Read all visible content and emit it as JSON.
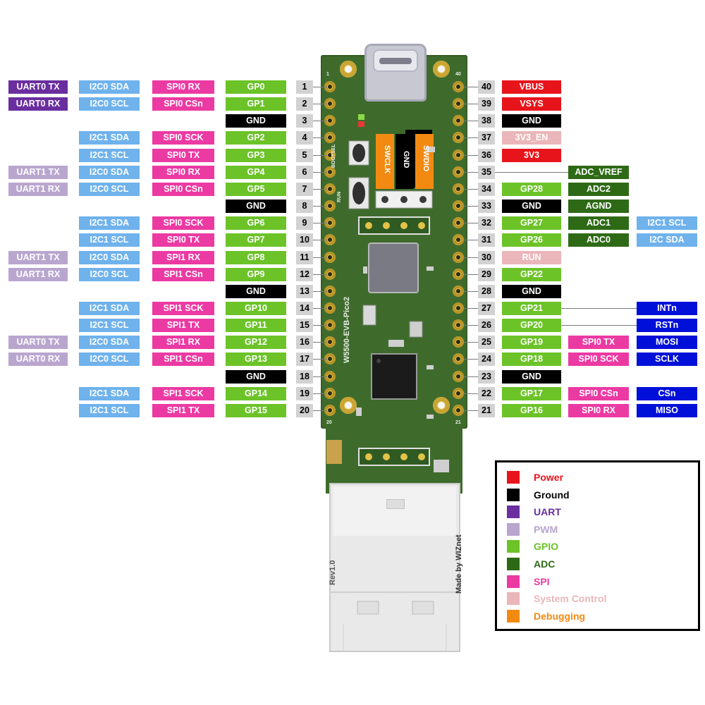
{
  "colors": {
    "uart": "#6a2e9e",
    "i2c": "#6fb2ec",
    "spi": "#ec3aa3",
    "gpio": "#6cc328",
    "ground": "#000000",
    "pwm": "#b9a6cf",
    "power": "#e8141c",
    "sysctl": "#eab6b9",
    "adc": "#2e6a16",
    "net": "#0010d8",
    "debugging": "#f28a12",
    "board": "#3e6b2c"
  },
  "board": {
    "name": "W5500-EVB-Pico2",
    "maker": "Made by WIZnet",
    "rev": "Rev1.0",
    "pin_first": "1",
    "pin_last": "40",
    "pin_20": "20",
    "pin_21": "21",
    "bootsel": "BOOTSEL",
    "run": "RUN",
    "debug_header": [
      "SWCLK",
      "GND",
      "SWDIO"
    ]
  },
  "left_pins": [
    {
      "pin": "1",
      "labels": [
        {
          "t": "UART0 TX",
          "c": "uart"
        },
        {
          "t": "I2C0 SDA",
          "c": "i2c"
        },
        {
          "t": "SPI0 RX",
          "c": "spi"
        },
        {
          "t": "GP0",
          "c": "gpio"
        }
      ]
    },
    {
      "pin": "2",
      "labels": [
        {
          "t": "UART0 RX",
          "c": "uart"
        },
        {
          "t": "I2C0 SCL",
          "c": "i2c"
        },
        {
          "t": "SPI0 CSn",
          "c": "spi"
        },
        {
          "t": "GP1",
          "c": "gpio"
        }
      ]
    },
    {
      "pin": "3",
      "labels": [
        null,
        null,
        null,
        {
          "t": "GND",
          "c": "gnd"
        }
      ]
    },
    {
      "pin": "4",
      "labels": [
        null,
        {
          "t": "I2C1 SDA",
          "c": "i2c"
        },
        {
          "t": "SPI0 SCK",
          "c": "spi"
        },
        {
          "t": "GP2",
          "c": "gpio"
        }
      ]
    },
    {
      "pin": "5",
      "labels": [
        null,
        {
          "t": "I2C1 SCL",
          "c": "i2c"
        },
        {
          "t": "SPI0 TX",
          "c": "spi"
        },
        {
          "t": "GP3",
          "c": "gpio"
        }
      ]
    },
    {
      "pin": "6",
      "labels": [
        {
          "t": "UART1 TX",
          "c": "pwm"
        },
        {
          "t": "I2C0 SDA",
          "c": "i2c"
        },
        {
          "t": "SPI0 RX",
          "c": "spi"
        },
        {
          "t": "GP4",
          "c": "gpio"
        }
      ]
    },
    {
      "pin": "7",
      "labels": [
        {
          "t": "UART1 RX",
          "c": "pwm"
        },
        {
          "t": "I2C0 SCL",
          "c": "i2c"
        },
        {
          "t": "SPI0 CSn",
          "c": "spi"
        },
        {
          "t": "GP5",
          "c": "gpio"
        }
      ]
    },
    {
      "pin": "8",
      "labels": [
        null,
        null,
        null,
        {
          "t": "GND",
          "c": "gnd"
        }
      ]
    },
    {
      "pin": "9",
      "labels": [
        null,
        {
          "t": "I2C1 SDA",
          "c": "i2c"
        },
        {
          "t": "SPI0 SCK",
          "c": "spi"
        },
        {
          "t": "GP6",
          "c": "gpio"
        }
      ]
    },
    {
      "pin": "10",
      "labels": [
        null,
        {
          "t": "I2C1 SCL",
          "c": "i2c"
        },
        {
          "t": "SPI0 TX",
          "c": "spi"
        },
        {
          "t": "GP7",
          "c": "gpio"
        }
      ]
    },
    {
      "pin": "11",
      "labels": [
        {
          "t": "UART1 TX",
          "c": "pwm"
        },
        {
          "t": "I2C0 SDA",
          "c": "i2c"
        },
        {
          "t": "SPI1 RX",
          "c": "spi"
        },
        {
          "t": "GP8",
          "c": "gpio"
        }
      ]
    },
    {
      "pin": "12",
      "labels": [
        {
          "t": "UART1 RX",
          "c": "pwm"
        },
        {
          "t": "I2C0 SCL",
          "c": "i2c"
        },
        {
          "t": "SPI1 CSn",
          "c": "spi"
        },
        {
          "t": "GP9",
          "c": "gpio"
        }
      ]
    },
    {
      "pin": "13",
      "labels": [
        null,
        null,
        null,
        {
          "t": "GND",
          "c": "gnd"
        }
      ]
    },
    {
      "pin": "14",
      "labels": [
        null,
        {
          "t": "I2C1 SDA",
          "c": "i2c"
        },
        {
          "t": "SPI1 SCK",
          "c": "spi"
        },
        {
          "t": "GP10",
          "c": "gpio"
        }
      ]
    },
    {
      "pin": "15",
      "labels": [
        null,
        {
          "t": "I2C1 SCL",
          "c": "i2c"
        },
        {
          "t": "SPI1 TX",
          "c": "spi"
        },
        {
          "t": "GP11",
          "c": "gpio"
        }
      ]
    },
    {
      "pin": "16",
      "labels": [
        {
          "t": "UART0 TX",
          "c": "pwm"
        },
        {
          "t": "I2C0 SDA",
          "c": "i2c"
        },
        {
          "t": "SPI1 RX",
          "c": "spi"
        },
        {
          "t": "GP12",
          "c": "gpio"
        }
      ]
    },
    {
      "pin": "17",
      "labels": [
        {
          "t": "UART0 RX",
          "c": "pwm"
        },
        {
          "t": "I2C0 SCL",
          "c": "i2c"
        },
        {
          "t": "SPI1 CSn",
          "c": "spi"
        },
        {
          "t": "GP13",
          "c": "gpio"
        }
      ]
    },
    {
      "pin": "18",
      "labels": [
        null,
        null,
        null,
        {
          "t": "GND",
          "c": "gnd"
        }
      ]
    },
    {
      "pin": "19",
      "labels": [
        null,
        {
          "t": "I2C1 SDA",
          "c": "i2c"
        },
        {
          "t": "SPI1 SCK",
          "c": "spi"
        },
        {
          "t": "GP14",
          "c": "gpio"
        }
      ]
    },
    {
      "pin": "20",
      "labels": [
        null,
        {
          "t": "I2C1 SCL",
          "c": "i2c"
        },
        {
          "t": "SPI1 TX",
          "c": "spi"
        },
        {
          "t": "GP15",
          "c": "gpio"
        }
      ]
    }
  ],
  "right_pins": [
    {
      "pin": "40",
      "labels": [
        {
          "t": "VBUS",
          "c": "power"
        },
        null,
        null
      ]
    },
    {
      "pin": "39",
      "labels": [
        {
          "t": "VSYS",
          "c": "power"
        },
        null,
        null
      ]
    },
    {
      "pin": "38",
      "labels": [
        {
          "t": "GND",
          "c": "gnd"
        },
        null,
        null
      ]
    },
    {
      "pin": "37",
      "labels": [
        {
          "t": "3V3_EN",
          "c": "sysctl"
        },
        null,
        null
      ]
    },
    {
      "pin": "36",
      "labels": [
        {
          "t": "3V3",
          "c": "power"
        },
        null,
        null
      ]
    },
    {
      "pin": "35",
      "labels": [
        null,
        {
          "t": "ADC_VREF",
          "c": "adc"
        },
        null
      ]
    },
    {
      "pin": "34",
      "labels": [
        {
          "t": "GP28",
          "c": "gpio"
        },
        {
          "t": "ADC2",
          "c": "adc"
        },
        null
      ]
    },
    {
      "pin": "33",
      "labels": [
        {
          "t": "GND",
          "c": "gnd"
        },
        {
          "t": "AGND",
          "c": "adc"
        },
        null
      ]
    },
    {
      "pin": "32",
      "labels": [
        {
          "t": "GP27",
          "c": "gpio"
        },
        {
          "t": "ADC1",
          "c": "adc"
        },
        {
          "t": "I2C1 SCL",
          "c": "i2c"
        }
      ]
    },
    {
      "pin": "31",
      "labels": [
        {
          "t": "GP26",
          "c": "gpio"
        },
        {
          "t": "ADC0",
          "c": "adc"
        },
        {
          "t": "I2C SDA",
          "c": "i2c"
        }
      ]
    },
    {
      "pin": "30",
      "labels": [
        {
          "t": "RUN",
          "c": "sysctl"
        },
        null,
        null
      ]
    },
    {
      "pin": "29",
      "labels": [
        {
          "t": "GP22",
          "c": "gpio"
        },
        null,
        null
      ]
    },
    {
      "pin": "28",
      "labels": [
        {
          "t": "GND",
          "c": "gnd"
        },
        null,
        null
      ]
    },
    {
      "pin": "27",
      "labels": [
        {
          "t": "GP21",
          "c": "gpio"
        },
        null,
        {
          "t": "INTn",
          "c": "net"
        }
      ]
    },
    {
      "pin": "26",
      "labels": [
        {
          "t": "GP20",
          "c": "gpio"
        },
        null,
        {
          "t": "RSTn",
          "c": "net"
        }
      ]
    },
    {
      "pin": "25",
      "labels": [
        {
          "t": "GP19",
          "c": "gpio"
        },
        {
          "t": "SPI0 TX",
          "c": "spi"
        },
        {
          "t": "MOSI",
          "c": "net"
        }
      ]
    },
    {
      "pin": "24",
      "labels": [
        {
          "t": "GP18",
          "c": "gpio"
        },
        {
          "t": "SPI0 SCK",
          "c": "spi"
        },
        {
          "t": "SCLK",
          "c": "net"
        }
      ]
    },
    {
      "pin": "23",
      "labels": [
        {
          "t": "GND",
          "c": "gnd"
        },
        null,
        null
      ]
    },
    {
      "pin": "22",
      "labels": [
        {
          "t": "GP17",
          "c": "gpio"
        },
        {
          "t": "SPI0 CSn",
          "c": "spi"
        },
        {
          "t": "CSn",
          "c": "net"
        }
      ]
    },
    {
      "pin": "21",
      "labels": [
        {
          "t": "GP16",
          "c": "gpio"
        },
        {
          "t": "SPI0 RX",
          "c": "spi"
        },
        {
          "t": "MISO",
          "c": "net"
        }
      ]
    }
  ],
  "legend": [
    {
      "label": "Power",
      "c": "power"
    },
    {
      "label": "Ground",
      "c": "gnd"
    },
    {
      "label": "UART",
      "c": "uart"
    },
    {
      "label": "PWM",
      "c": "pwm"
    },
    {
      "label": "GPIO",
      "c": "gpio"
    },
    {
      "label": "ADC",
      "c": "adc"
    },
    {
      "label": "SPI",
      "c": "spi"
    },
    {
      "label": "System Control",
      "c": "sysctl"
    },
    {
      "label": "Debugging",
      "c": "debug"
    }
  ]
}
